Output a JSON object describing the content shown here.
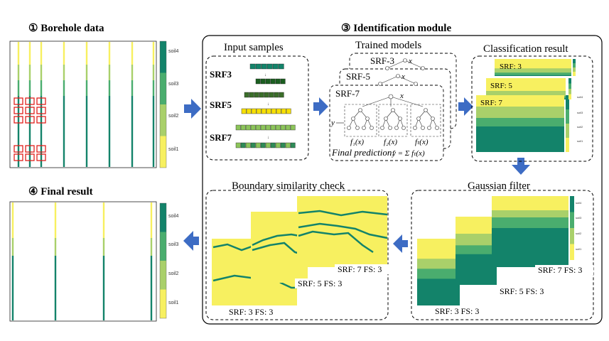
{
  "titles": {
    "borehole": "① Borehole data",
    "identification": "③ Identification module",
    "final": "④ Final result"
  },
  "sections": {
    "input_samples": "Input samples",
    "trained_models": "Trained models",
    "classification": "Classification result",
    "gaussian": "Gaussian filter",
    "boundary": "Boundary similarity check"
  },
  "srf": [
    "SRF3",
    "SRF5",
    "SRF7"
  ],
  "models": [
    "SRF-3",
    "SRF-5",
    "SRF-7"
  ],
  "model_math": {
    "x": "x",
    "y": "y",
    "f1": "f₁(x)",
    "f2": "f₂(x)",
    "ft": "fₜ(x)",
    "final_label": "Final prediction:",
    "final_formula": "ŷ = Σ fₜ(x)"
  },
  "class_labels": [
    "SRF: 3",
    "SRF: 5",
    "SRF: 7"
  ],
  "gauss_labels": [
    "SRF: 3  FS: 3",
    "SRF: 5  FS: 3",
    "SRF: 7  FS: 3"
  ],
  "boundary_labels": [
    "SRF: 3  FS: 3",
    "SRF: 5  FS: 3",
    "SRF: 7  FS: 3"
  ],
  "legend": [
    "soil4",
    "soil3",
    "soil2",
    "soil1"
  ],
  "legend_small": [
    "soil4",
    "soil3",
    "soil2",
    "soil1"
  ],
  "colors": {
    "soil1": "#f7f060",
    "soil2": "#a9d06a",
    "soil3": "#4aad6e",
    "soil4": "#13836a",
    "arrow": "#3d6cc4",
    "highlight": "#e0201c"
  }
}
